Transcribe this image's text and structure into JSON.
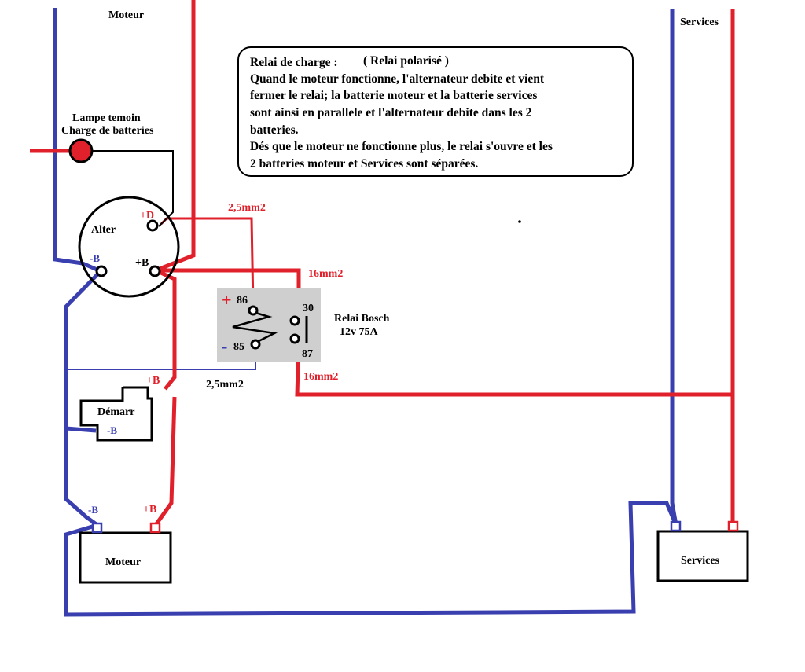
{
  "labels": {
    "moteur_top": "Moteur",
    "services_top": "Services",
    "lampe_line1": "Lampe temoin",
    "lampe_line2": "Charge de batteries",
    "alter": "Alter",
    "alter_plus_d": "+D",
    "alter_minus_b": "-B",
    "alter_plus_b": "+B",
    "wire_25_top": "2,5mm2",
    "wire_25_bottom": "2,5mm2",
    "wire_16_top": "16mm2",
    "wire_16_bottom": "16mm2",
    "relay_86": "86",
    "relay_85": "85",
    "relay_30": "30",
    "relay_87": "87",
    "relay_plus_sign": "+",
    "relay_minus_sign": "-",
    "relay_name_line1": "Relai Bosch",
    "relay_name_line2": "12v   75A",
    "demarr": "Démarr",
    "demarr_plus_b": "+B",
    "demarr_minus_b": "-B",
    "bat_moteur_minus": "-B",
    "bat_moteur_plus": "+B",
    "battery_moteur": "Moteur",
    "battery_services": "Services"
  },
  "note": {
    "title": "Relai de charge :",
    "title_paren": "( Relai   polarisé )",
    "lines": [
      " Quand le moteur fonctionne, l'alternateur debite et vient",
      "fermer le relai;  la batterie moteur et la batterie services",
      "sont ainsi en parallele et l'alternateur debite dans les 2",
      "batteries.",
      "Dés que le moteur ne fonctionne plus, le relai s'ouvre et les",
      "2 batteries  moteur et Services sont séparées."
    ]
  },
  "colors": {
    "positive": "#e0202a",
    "negative": "#3a3fb0",
    "signal": "#000000",
    "relay_box": "#cfcfcf"
  }
}
